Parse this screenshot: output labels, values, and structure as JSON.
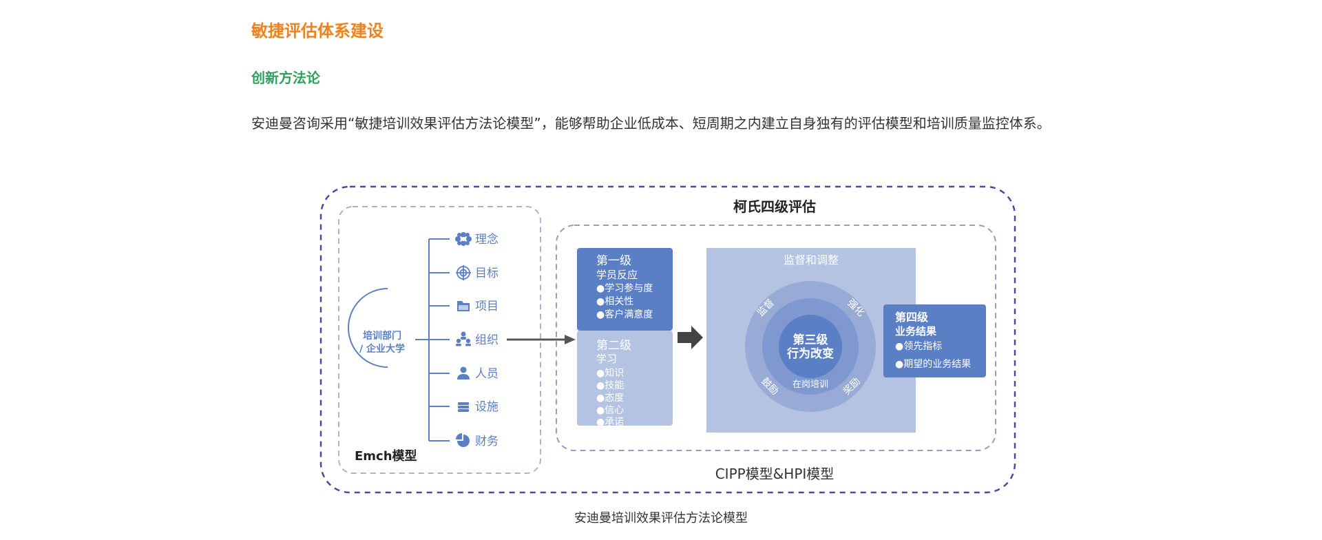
{
  "section_title": "敏捷评估体系建设",
  "subsection_title": "创新方法论",
  "paragraph": "安迪曼咨询采用“敏捷培训效果评估方法论模型”，能够帮助企业低成本、短周期之内建立自身独有的评估模型和培训质量监控体系。",
  "caption": "安迪曼培训效果评估方法论模型",
  "diagram": {
    "kirkpatrick_title": "柯氏四级评估",
    "cipp_label": "CIPP模型&HPI模型",
    "emch_label": "Emch模型",
    "circle_label_line1": "培训部门",
    "circle_label_line2": "/ 企业大学",
    "branches": [
      {
        "label": "理念",
        "icon": "flower-icon"
      },
      {
        "label": "目标",
        "icon": "target-icon"
      },
      {
        "label": "项目",
        "icon": "folder-icon"
      },
      {
        "label": "组织",
        "icon": "org-chart-icon"
      },
      {
        "label": "人员",
        "icon": "person-icon"
      },
      {
        "label": "设施",
        "icon": "stack-icon"
      },
      {
        "label": "财务",
        "icon": "pie-icon"
      }
    ],
    "level1": {
      "title": "第一级",
      "subtitle": "学员反应",
      "items": [
        "●学习参与度",
        "●相关性",
        "●客户满意度"
      ]
    },
    "level2": {
      "title": "第二级",
      "subtitle": "学习",
      "items": [
        "●知识",
        "●技能",
        "●态度",
        "●信心",
        "●承诺"
      ]
    },
    "monitor": {
      "title": "监督和调整",
      "ring_labels": [
        "监督",
        "强化",
        "鼓励",
        "奖励"
      ],
      "inner_label": "在岗培训",
      "center_line1": "第三级",
      "center_line2": "行为改变"
    },
    "level4": {
      "title": "第四级",
      "subtitle": "业务结果",
      "items": [
        "●领先指标",
        "●期望的业务结果"
      ]
    },
    "colors": {
      "dark_blue": "#5b7fc4",
      "light_blue": "#b4c3e1",
      "dashed_outer": "#4a4a9c",
      "orange": "#f0821e",
      "green": "#2fa05a"
    }
  }
}
